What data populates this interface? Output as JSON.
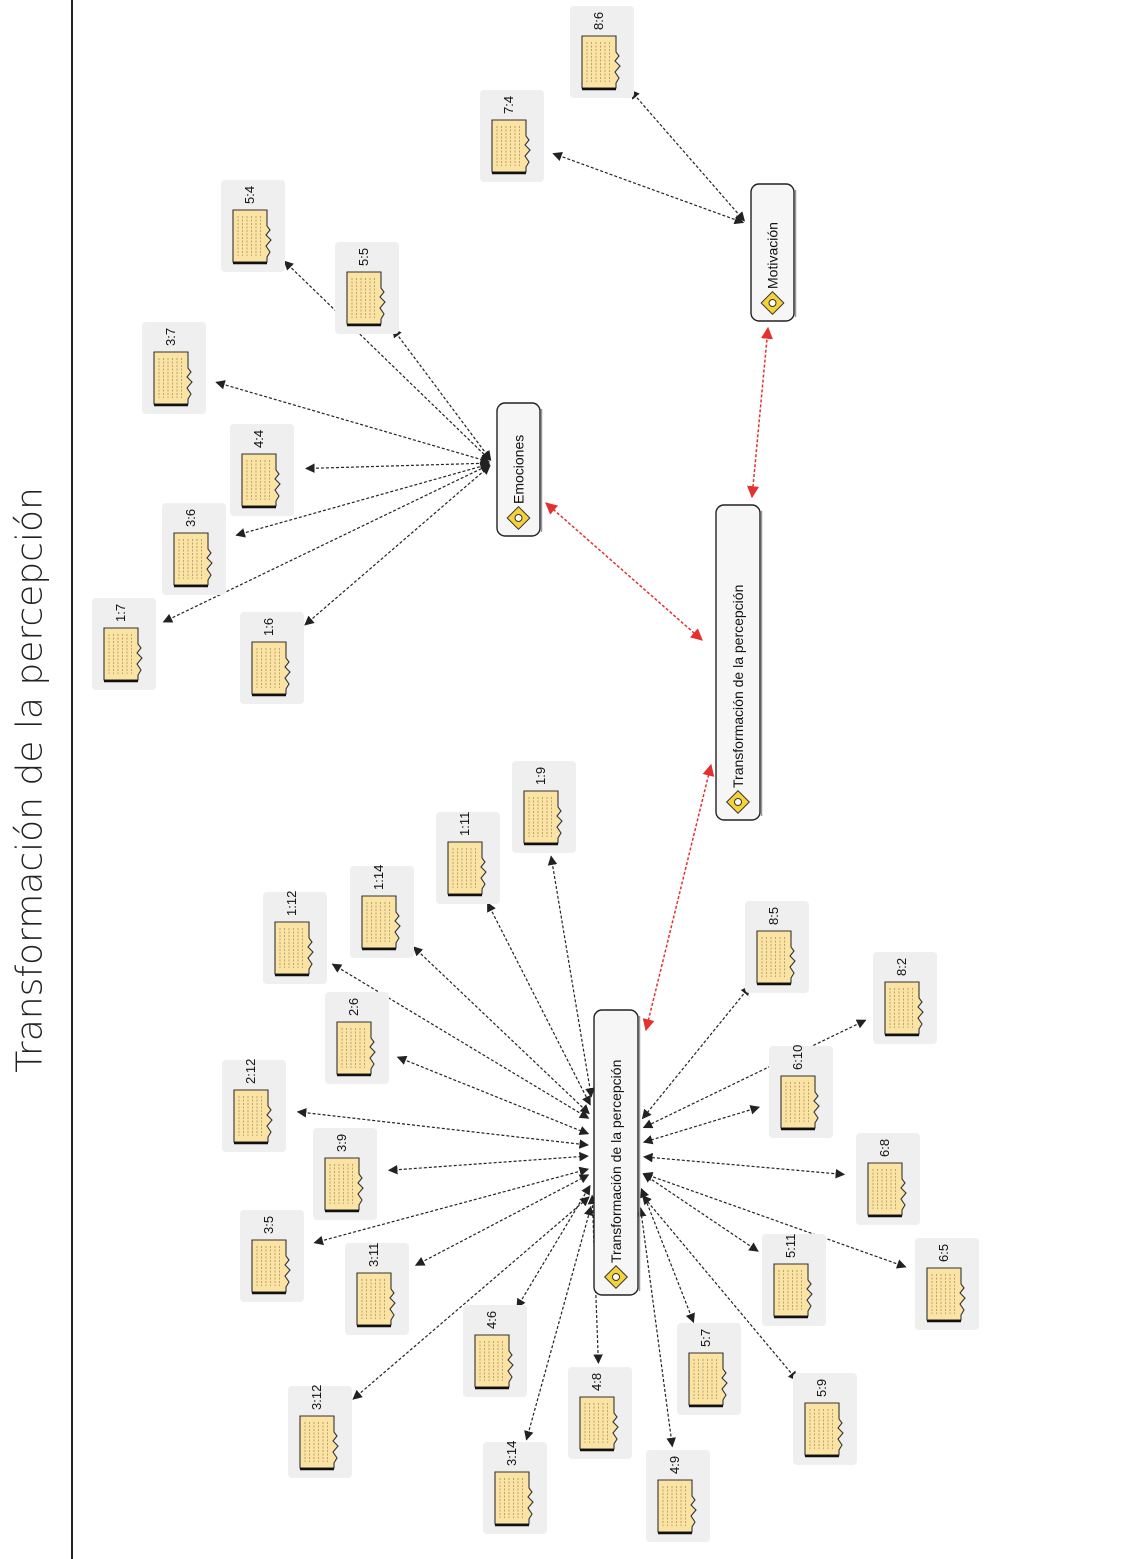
{
  "title": "Transformación de la percepción",
  "colors": {
    "link": "#222222",
    "core_link": "#e53030",
    "doc_paper": "#fbe3a3",
    "card": "#efefef",
    "node_fill": "#f6f6f6"
  },
  "codes": {
    "main": {
      "label": "Transformación de la percepción",
      "icon": "code-icon"
    },
    "hub": {
      "label": "Transformación de la percepción",
      "icon": "code-icon"
    },
    "emociones": {
      "label": "Emociones",
      "icon": "code-icon"
    },
    "motivacion": {
      "label": "Motivación",
      "icon": "code-icon"
    }
  },
  "documents": [
    {
      "id": "8:6",
      "group": "motivacion"
    },
    {
      "id": "7:4",
      "group": "motivacion"
    },
    {
      "id": "5:4",
      "group": "emociones"
    },
    {
      "id": "5:5",
      "group": "emociones"
    },
    {
      "id": "3:7",
      "group": "emociones"
    },
    {
      "id": "4:4",
      "group": "emociones"
    },
    {
      "id": "3:6",
      "group": "emociones"
    },
    {
      "id": "1:7",
      "group": "emociones"
    },
    {
      "id": "1:6",
      "group": "emociones"
    },
    {
      "id": "1:9",
      "group": "hub"
    },
    {
      "id": "1:11",
      "group": "hub"
    },
    {
      "id": "1:14",
      "group": "hub"
    },
    {
      "id": "1:12",
      "group": "hub"
    },
    {
      "id": "2:6",
      "group": "hub"
    },
    {
      "id": "2:12",
      "group": "hub"
    },
    {
      "id": "3:9",
      "group": "hub"
    },
    {
      "id": "3:5",
      "group": "hub"
    },
    {
      "id": "3:11",
      "group": "hub"
    },
    {
      "id": "3:12",
      "group": "hub"
    },
    {
      "id": "4:6",
      "group": "hub"
    },
    {
      "id": "3:14",
      "group": "hub"
    },
    {
      "id": "4:8",
      "group": "hub"
    },
    {
      "id": "4:9",
      "group": "hub"
    },
    {
      "id": "5:7",
      "group": "hub"
    },
    {
      "id": "5:9",
      "group": "hub"
    },
    {
      "id": "5:11",
      "group": "hub"
    },
    {
      "id": "6:5",
      "group": "hub"
    },
    {
      "id": "6:8",
      "group": "hub"
    },
    {
      "id": "6:10",
      "group": "hub"
    },
    {
      "id": "8:2",
      "group": "hub"
    },
    {
      "id": "8:5",
      "group": "hub"
    }
  ],
  "core_links": [
    {
      "from": "main",
      "to": "emociones"
    },
    {
      "from": "main",
      "to": "motivacion"
    },
    {
      "from": "main",
      "to": "hub"
    }
  ]
}
